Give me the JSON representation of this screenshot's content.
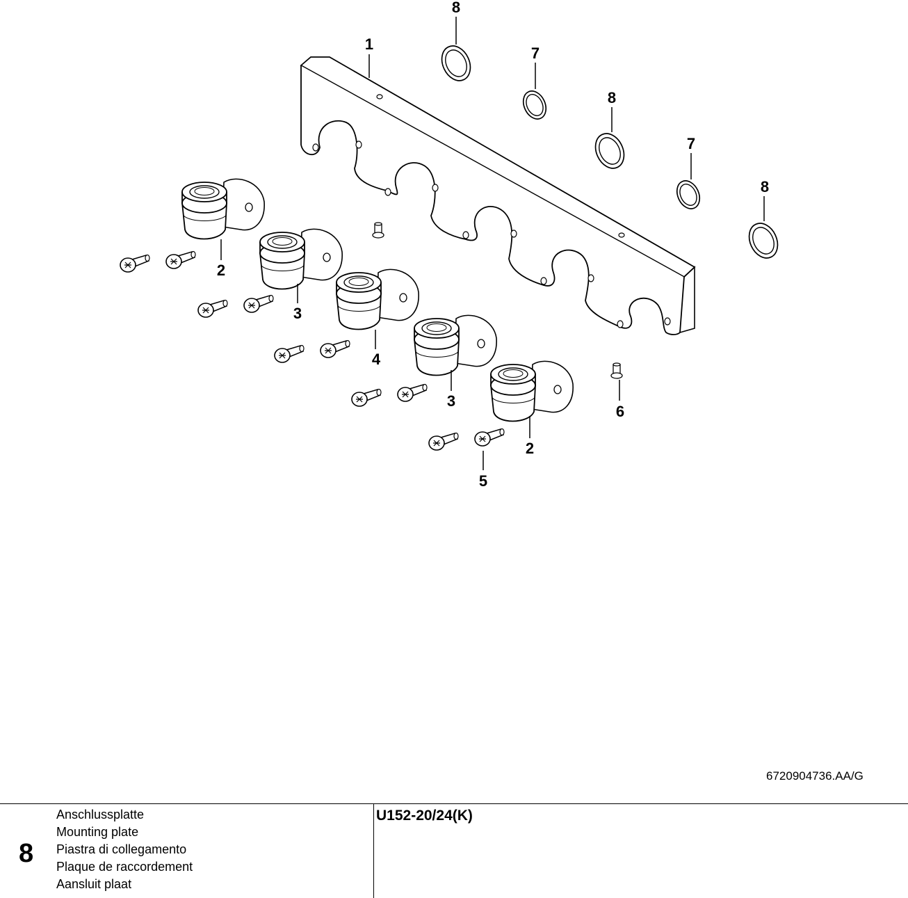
{
  "callouts": [
    {
      "id": "c1",
      "label": "1"
    },
    {
      "id": "c8a",
      "label": "8"
    },
    {
      "id": "c7a",
      "label": "7"
    },
    {
      "id": "c8b",
      "label": "8"
    },
    {
      "id": "c7b",
      "label": "7"
    },
    {
      "id": "c8c",
      "label": "8"
    },
    {
      "id": "c2a",
      "label": "2"
    },
    {
      "id": "c3a",
      "label": "3"
    },
    {
      "id": "c4",
      "label": "4"
    },
    {
      "id": "c3b",
      "label": "3"
    },
    {
      "id": "c2b",
      "label": "2"
    },
    {
      "id": "c5",
      "label": "5"
    },
    {
      "id": "c6",
      "label": "6"
    }
  ],
  "drawing_number": "6720904736.AA/G",
  "footer": {
    "section_number": "8",
    "titles": [
      "Anschlussplatte",
      "Mounting plate",
      "Piastra di collegamento",
      "Plaque de raccordement",
      "Aansluit plaat"
    ],
    "model": "U152-20/24(K)"
  }
}
